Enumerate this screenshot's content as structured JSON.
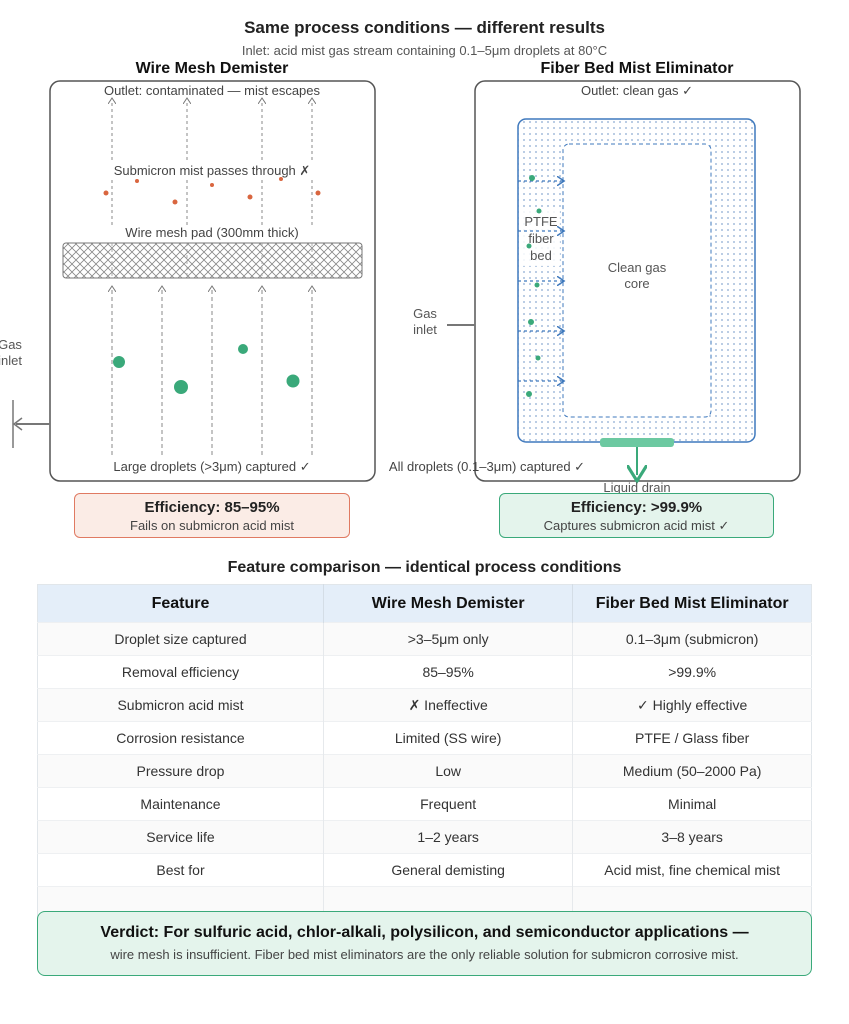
{
  "header": {
    "title": "Same process conditions — different results",
    "subtitle": "Inlet: acid mist gas stream containing 0.1–5μm droplets at 80°C"
  },
  "left_panel": {
    "title": "Wire Mesh Demister",
    "outlet_label": "Outlet: contaminated — mist escapes",
    "submicron_label": "Submicron mist passes through ✗",
    "pad_label": "Wire mesh pad (300mm thick)",
    "capture_label": "Large droplets (>3μm) captured ✓",
    "gas_inlet_label_line1": "Gas",
    "gas_inlet_label_line2": "inlet",
    "efficiency_title": "Efficiency: 85–95%",
    "efficiency_sub": "Fails on submicron acid mist"
  },
  "right_panel": {
    "title": "Fiber Bed Mist Eliminator",
    "outlet_label": "Outlet: clean gas ✓",
    "fiber_bed_line1": "PTFE",
    "fiber_bed_line2": "fiber",
    "fiber_bed_line3": "bed",
    "core_line1": "Clean gas",
    "core_line2": "core",
    "gas_inlet_label_line1": "Gas",
    "gas_inlet_label_line2": "inlet",
    "capture_label": "All droplets (0.1–3μm) captured ✓",
    "drain_label": "Liquid drain",
    "efficiency_title": "Efficiency: >99.9%",
    "efficiency_sub": "Captures submicron acid mist ✓"
  },
  "table": {
    "title": "Feature comparison — identical process conditions",
    "headers": [
      "Feature",
      "Wire Mesh Demister",
      "Fiber Bed Mist Eliminator"
    ],
    "rows": [
      [
        "Droplet size captured",
        ">3–5μm only",
        "0.1–3μm (submicron)"
      ],
      [
        "Removal efficiency",
        "85–95%",
        ">99.9%"
      ],
      [
        "Submicron acid mist",
        "✗ Ineffective",
        "✓ Highly effective"
      ],
      [
        "Corrosion resistance",
        "Limited (SS wire)",
        "PTFE / Glass fiber"
      ],
      [
        "Pressure drop",
        "Low",
        "Medium (50–2000 Pa)"
      ],
      [
        "Maintenance",
        "Frequent",
        "Minimal"
      ],
      [
        "Service life",
        "1–2 years",
        "3–8 years"
      ],
      [
        "Best for",
        "General demisting",
        "Acid mist, fine chemical mist"
      ],
      [
        "",
        "",
        ""
      ]
    ]
  },
  "verdict": {
    "title": "Verdict: For sulfuric acid, chlor-alkali, polysilicon, and semiconductor applications —",
    "body": "wire mesh is insufficient. Fiber bed mist eliminators are the only reliable solution for submicron corrosive mist."
  },
  "colors": {
    "green": "#3aa97a",
    "red_dot": "#d9663f",
    "blue_bed": "#3f79bd",
    "box_border": "#555555"
  }
}
